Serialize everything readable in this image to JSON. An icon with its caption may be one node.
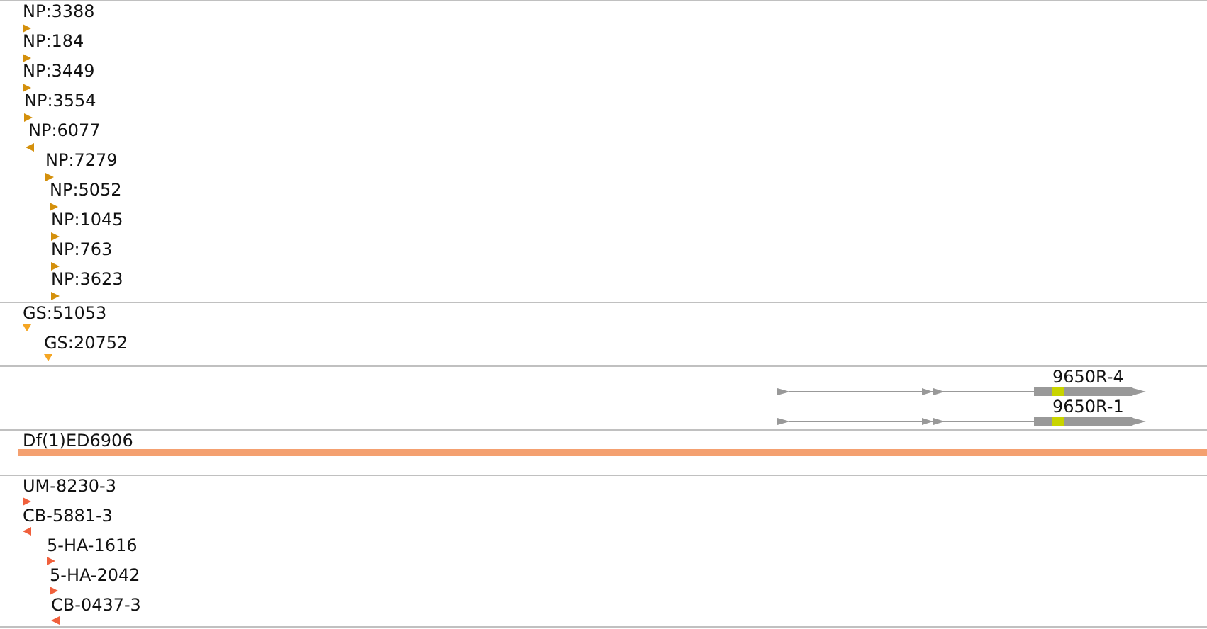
{
  "diagram": {
    "labels": [
      "NP:3388",
      "NP:184",
      "NP:3449",
      "NP:3554",
      "NP:6077",
      "NP:7279",
      "NP:5052",
      "NP:1045",
      "NP:763",
      "NP:3623",
      "GS:51053",
      "GS:20752",
      "9650R-4",
      "9650R-1",
      "Df(1)ED6906",
      "UM-8230-3",
      "CB-5881-3",
      "5-HA-1616",
      "5-HA-2042",
      "CB-0437-3"
    ]
  }
}
